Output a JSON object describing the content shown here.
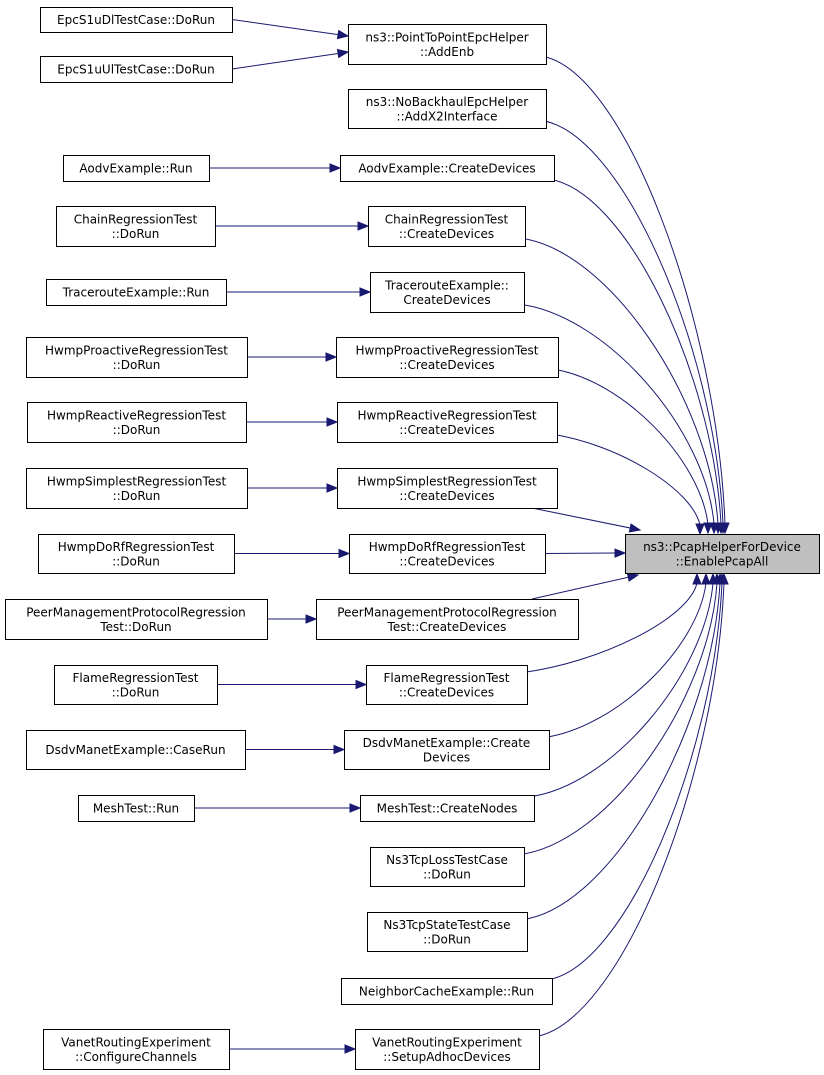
{
  "colors": {
    "edge": "#191970",
    "target_fill": "#bfbfbf",
    "node_fill": "#ffffff",
    "node_border": "#000000"
  },
  "target": {
    "id": "target",
    "lines": [
      "ns3::PcapHelperForDevice",
      "::EnablePcapAll"
    ]
  },
  "callers": [
    {
      "id": "c1",
      "lines": [
        "ns3::PointToPointEpcHelper",
        "::AddEnb"
      ]
    },
    {
      "id": "c2",
      "lines": [
        "ns3::NoBackhaulEpcHelper",
        "::AddX2Interface"
      ]
    },
    {
      "id": "c3",
      "lines": [
        "AodvExample::CreateDevices"
      ]
    },
    {
      "id": "c4",
      "lines": [
        "ChainRegressionTest",
        "::CreateDevices"
      ]
    },
    {
      "id": "c5",
      "lines": [
        "TracerouteExample::",
        "CreateDevices"
      ]
    },
    {
      "id": "c6",
      "lines": [
        "HwmpProactiveRegressionTest",
        "::CreateDevices"
      ]
    },
    {
      "id": "c7",
      "lines": [
        "HwmpReactiveRegressionTest",
        "::CreateDevices"
      ]
    },
    {
      "id": "c8",
      "lines": [
        "HwmpSimplestRegressionTest",
        "::CreateDevices"
      ]
    },
    {
      "id": "c9",
      "lines": [
        "HwmpDoRfRegressionTest",
        "::CreateDevices"
      ]
    },
    {
      "id": "c10",
      "lines": [
        "PeerManagementProtocolRegression",
        "Test::CreateDevices"
      ]
    },
    {
      "id": "c11",
      "lines": [
        "FlameRegressionTest",
        "::CreateDevices"
      ]
    },
    {
      "id": "c12",
      "lines": [
        "DsdvManetExample::Create",
        "Devices"
      ]
    },
    {
      "id": "c13",
      "lines": [
        "MeshTest::CreateNodes"
      ]
    },
    {
      "id": "c14",
      "lines": [
        "Ns3TcpLossTestCase",
        "::DoRun"
      ]
    },
    {
      "id": "c15",
      "lines": [
        "Ns3TcpStateTestCase",
        "::DoRun"
      ]
    },
    {
      "id": "c16",
      "lines": [
        "NeighborCacheExample::Run"
      ]
    },
    {
      "id": "c17",
      "lines": [
        "VanetRoutingExperiment",
        "::SetupAdhocDevices"
      ]
    }
  ],
  "callers_of_callers": [
    {
      "id": "s1",
      "lines": [
        "EpcS1uDlTestCase::DoRun"
      ],
      "calls": "c1"
    },
    {
      "id": "s2",
      "lines": [
        "EpcS1uUlTestCase::DoRun"
      ],
      "calls": "c1"
    },
    {
      "id": "s3",
      "lines": [
        "AodvExample::Run"
      ],
      "calls": "c3"
    },
    {
      "id": "s4",
      "lines": [
        "ChainRegressionTest",
        "::DoRun"
      ],
      "calls": "c4"
    },
    {
      "id": "s5",
      "lines": [
        "TracerouteExample::Run"
      ],
      "calls": "c5"
    },
    {
      "id": "s6",
      "lines": [
        "HwmpProactiveRegressionTest",
        "::DoRun"
      ],
      "calls": "c6"
    },
    {
      "id": "s7",
      "lines": [
        "HwmpReactiveRegressionTest",
        "::DoRun"
      ],
      "calls": "c7"
    },
    {
      "id": "s8",
      "lines": [
        "HwmpSimplestRegressionTest",
        "::DoRun"
      ],
      "calls": "c8"
    },
    {
      "id": "s9",
      "lines": [
        "HwmpDoRfRegressionTest",
        "::DoRun"
      ],
      "calls": "c9"
    },
    {
      "id": "s10",
      "lines": [
        "PeerManagementProtocolRegression",
        "Test::DoRun"
      ],
      "calls": "c10"
    },
    {
      "id": "s11",
      "lines": [
        "FlameRegressionTest",
        "::DoRun"
      ],
      "calls": "c11"
    },
    {
      "id": "s12",
      "lines": [
        "DsdvManetExample::CaseRun"
      ],
      "calls": "c12"
    },
    {
      "id": "s13",
      "lines": [
        "MeshTest::Run"
      ],
      "calls": "c13"
    },
    {
      "id": "s17",
      "lines": [
        "VanetRoutingExperiment",
        "::ConfigureChannels"
      ],
      "calls": "c17"
    }
  ]
}
